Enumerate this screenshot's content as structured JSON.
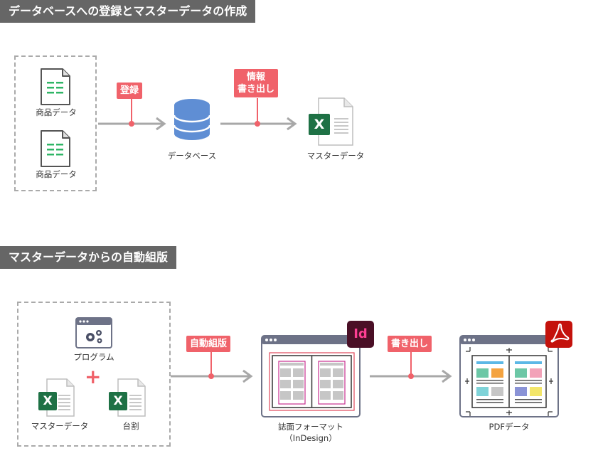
{
  "section1": {
    "title": "データベースへの登録とマスターデータの作成",
    "source_label_1": "商品データ",
    "source_label_2": "商品データ",
    "tag_register": "登録",
    "database_label": "データベース",
    "tag_export_line1": "情報",
    "tag_export_line2": "書き出し",
    "master_label": "マスターデータ",
    "excel_letter": "X"
  },
  "section2": {
    "title": "マスターデータからの自動組版",
    "program_label": "プログラム",
    "master_label": "マスターデータ",
    "plan_label": "台割",
    "plus_sign": "+",
    "tag_auto": "自動組版",
    "format_label_line1": "誌面フォーマット",
    "format_label_line2": "（InDesign）",
    "indesign_badge": "Id",
    "tag_export": "書き出し",
    "pdf_label": "PDFデータ",
    "excel_letter": "X"
  },
  "colors": {
    "header_bg": "#666666",
    "tag_red": "#f0626a",
    "arrow_gray": "#a8a8a8",
    "db_blue": "#5f8ed4",
    "excel_green": "#1e7145",
    "indesign_bg": "#4a0f26",
    "indesign_pink": "#ff3f94",
    "acrobat_red": "#c4120c"
  }
}
